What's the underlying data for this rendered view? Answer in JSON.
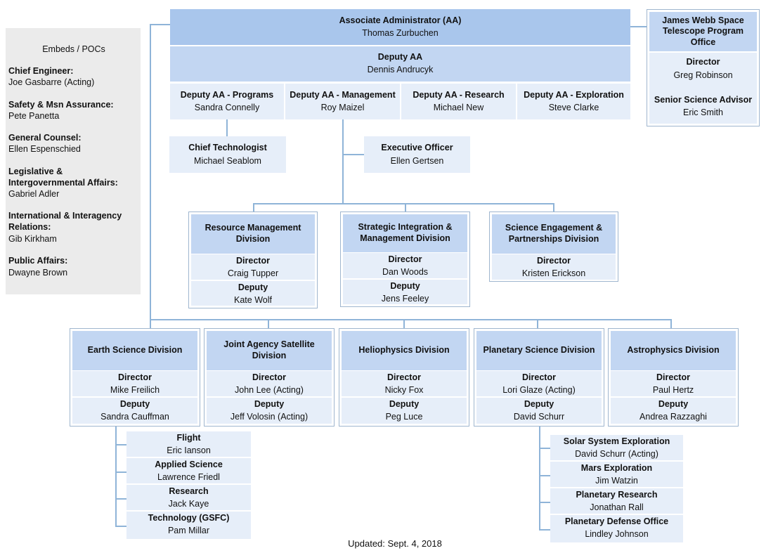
{
  "top": {
    "aa": {
      "title": "Associate Administrator (AA)",
      "name": "Thomas Zurbuchen"
    },
    "deputy": {
      "title": "Deputy AA",
      "name": "Dennis Andrucyk"
    },
    "deputies": [
      {
        "title": "Deputy AA - Programs",
        "name": "Sandra Connelly"
      },
      {
        "title": "Deputy AA - Management",
        "name": "Roy Maizel"
      },
      {
        "title": "Deputy AA - Research",
        "name": "Michael New"
      },
      {
        "title": "Deputy AA - Exploration",
        "name": "Steve Clarke"
      }
    ]
  },
  "jwst": {
    "title": "James Webb Space Telescope Program Office",
    "director_label": "Director",
    "director": "Greg Robinson",
    "advisor_label": "Senior Science Advisor",
    "advisor": "Eric Smith"
  },
  "sidebar": {
    "heading": "Embeds / POCs",
    "items": [
      {
        "role": "Chief Engineer:",
        "name": "Joe Gasbarre (Acting)"
      },
      {
        "role": "Safety & Msn Assurance:",
        "name": "Pete Panetta"
      },
      {
        "role": "General Counsel:",
        "name": "Ellen Espenschied"
      },
      {
        "role": "Legislative & Intergovernmental Affairs:",
        "name": "Gabriel Adler"
      },
      {
        "role": "International & Interagency Relations:",
        "name": "Gib Kirkham"
      },
      {
        "role": "Public Affairs:",
        "name": "Dwayne Brown"
      }
    ]
  },
  "staff": {
    "chief_tech": {
      "title": "Chief Technologist",
      "name": "Michael Seablom"
    },
    "exec_officer": {
      "title": "Executive Officer",
      "name": "Ellen Gertsen"
    }
  },
  "mgmt_divisions": [
    {
      "title": "Resource Management Division",
      "director_label": "Director",
      "director": "Craig Tupper",
      "deputy_label": "Deputy",
      "deputy": "Kate Wolf"
    },
    {
      "title": "Strategic Integration & Management Division",
      "director_label": "Director",
      "director": "Dan Woods",
      "deputy_label": "Deputy",
      "deputy": "Jens Feeley"
    },
    {
      "title": "Science Engagement & Partnerships Division",
      "director_label": "Director",
      "director": "Kristen Erickson"
    }
  ],
  "science_divisions": [
    {
      "title": "Earth Science Division",
      "director_label": "Director",
      "director": "Mike Freilich",
      "deputy_label": "Deputy",
      "deputy": "Sandra Cauffman"
    },
    {
      "title": "Joint Agency Satellite Division",
      "director_label": "Director",
      "director": "John Lee (Acting)",
      "deputy_label": "Deputy",
      "deputy": "Jeff Volosin (Acting)"
    },
    {
      "title": "Heliophysics Division",
      "director_label": "Director",
      "director": "Nicky Fox",
      "deputy_label": "Deputy",
      "deputy": "Peg Luce"
    },
    {
      "title": "Planetary Science Division",
      "director_label": "Director",
      "director": "Lori Glaze (Acting)",
      "deputy_label": "Deputy",
      "deputy": "David Schurr"
    },
    {
      "title": "Astrophysics Division",
      "director_label": "Director",
      "director": "Paul Hertz",
      "deputy_label": "Deputy",
      "deputy": "Andrea Razzaghi"
    }
  ],
  "earth_sub": [
    {
      "title": "Flight",
      "name": "Eric Ianson"
    },
    {
      "title": "Applied Science",
      "name": "Lawrence Friedl"
    },
    {
      "title": "Research",
      "name": "Jack Kaye"
    },
    {
      "title": "Technology (GSFC)",
      "name": "Pam Millar"
    }
  ],
  "planetary_sub": [
    {
      "title": "Solar System Exploration",
      "name": "David Schurr (Acting)"
    },
    {
      "title": "Mars Exploration",
      "name": "Jim Watzin"
    },
    {
      "title": "Planetary Research",
      "name": "Jonathan Rall"
    },
    {
      "title": "Planetary Defense Office",
      "name": "Lindley Johnson"
    }
  ],
  "footer": {
    "updated": "Updated: Sept. 4, 2018"
  }
}
